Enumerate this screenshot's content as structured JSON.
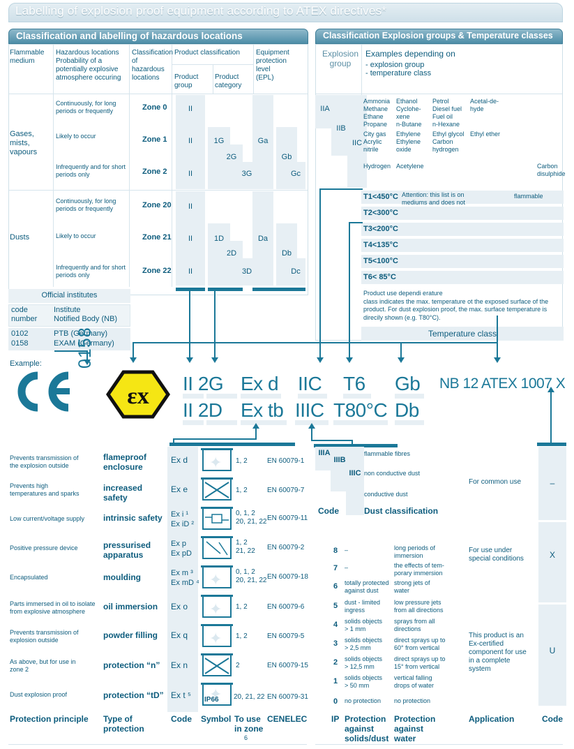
{
  "banner": {
    "title": "Labelling of explosion proof equipment according to ATEX directives*"
  },
  "sections": {
    "left_tab": "Classification and labelling of hazardous locations",
    "right_tab": "Classification Explosion groups & Temperature classes"
  },
  "hazloc_table": {
    "headers": {
      "flammable_medium": "Flammable\nmedium",
      "hazardous_locations": "Hazardous locations\nProbability of a\npotentially explosive\natmosphere occuring",
      "classification": "Classification\nof hazardous\nlocations",
      "product_classification": "Product classification",
      "product_group": "Product\ngroup",
      "product_category": "Product\ncategory",
      "epl": "Equipment\nprotection\nlevel\n(EPL)"
    },
    "media": [
      {
        "name": "Gases,\nmists,\nvapours"
      },
      {
        "name": "Dusts"
      }
    ],
    "rows": [
      {
        "probability": "Continuously, for long\nperiods or frequently",
        "zone": "Zone 0",
        "group": "II",
        "category": "",
        "epl": ""
      },
      {
        "probability": "Likely to occur",
        "zone": "Zone 1",
        "group": "II",
        "category": "1G",
        "epl": "Ga"
      },
      {
        "probability": "Infrequently and for short\nperiods only",
        "zone": "Zone 2",
        "group": "II",
        "category": "3G",
        "epl": "Gc"
      },
      {
        "probability": "Continuously, for long\nperiods or frequently",
        "zone": "Zone 20",
        "group": "II",
        "category": "",
        "epl": ""
      },
      {
        "probability": "Likely to occur",
        "zone": "Zone 21",
        "group": "II",
        "category": "1D",
        "epl": "Da"
      },
      {
        "probability": "Infrequently and for short\nperiods only",
        "zone": "Zone 22",
        "group": "II",
        "category": "3D",
        "epl": "Dc"
      }
    ],
    "mid_categories": {
      "gas": "2G",
      "dust": "2D"
    },
    "mid_epl": {
      "gas": "Gb",
      "dust": "Db"
    }
  },
  "institutes": {
    "title": "Official institutes",
    "col_code": "code\nnumber",
    "col_institute": "Institute\nNotified Body (NB)",
    "rows": [
      {
        "code": "0102",
        "name": "PTB (Germany)"
      },
      {
        "code": "0158",
        "name": "EXAM (Germany)"
      }
    ]
  },
  "explosion_groups": {
    "header_group": "Explosion\ngroup",
    "header_examples": "Examples depending on",
    "header_sub1": "- explosion group",
    "header_sub2": "- temperature class",
    "groups": [
      "IIA",
      "IIB",
      "IIC"
    ],
    "rows": [
      {
        "c1": "Ammonia\nMethane\nEthane\nPropane",
        "c2": "Ethanol\nCyclohe-\nxene\nn-Butane",
        "c3": "Petrol\nDiesel fuel\nFuel oil\nn-Hexane",
        "c4": "Acetal-de-\nhyde",
        "c5": ""
      },
      {
        "c1": "City gas\nAcrylic\nnitrile",
        "c2": "Ethylene\nEthylene\noxide",
        "c3": "Ethyl glycol\nCarbon\nhydrogen",
        "c4": "Ethyl ether",
        "c5": ""
      },
      {
        "c1": "Hydrogen",
        "c2": "Acetylene",
        "c3": "",
        "c4": "",
        "c5": "Carbon\ndisulphide"
      }
    ]
  },
  "temperature_classes": {
    "items": [
      "T1<450°C",
      "T2<300°C",
      "T3<200°C",
      "T4<135°C",
      "T5<100°C",
      "T6< 85°C"
    ],
    "attention": "Attention: this list is on\nmediums and does not",
    "flammable": "flammable",
    "note": "Product use dependi                                              erature\nclass indicates the max. temperature ot the exposed surface of the\nproduct. For dust explosion proof, the max. surface temperature is\ndirecily shown (e.g. T80°C).",
    "footer": "Temperature class"
  },
  "example": {
    "label": "Example:",
    "ce": "CE",
    "nb_number": "0158",
    "atex_symbol": "Ex",
    "marking_row1": {
      "group": "II 2G",
      "protection": "Ex d",
      "gas_group": "IIC",
      "temp": "T6",
      "epl": "Gb",
      "certificate": "NB 12 ATEX 1007 X"
    },
    "marking_row2": {
      "group": "II 2D",
      "protection": "Ex tb",
      "gas_group": "IIIC",
      "temp": "T80°C",
      "epl": "Db",
      "certificate": ""
    }
  },
  "protection_table": {
    "headers": {
      "principle": "Protection principle",
      "type": "Type of\nprotection",
      "code": "Code",
      "symbol": "Symbol",
      "zone": "To use\nin zone",
      "zone_footnote": "6",
      "cenelec": "CENELEC"
    },
    "rows": [
      {
        "principle": "Prevents transmission of\nthe explosion outside",
        "type": "flameproof\nenclosure",
        "code": "Ex d",
        "code_sup": "",
        "zone": "1, 2",
        "cenelec": "EN 60079-1",
        "symbol": "star"
      },
      {
        "principle": "Prevents high\ntemperatures and sparks",
        "type": "increased safety",
        "code": "Ex e",
        "code_sup": "",
        "zone": "1, 2",
        "cenelec": "EN 60079-7",
        "symbol": "cross"
      },
      {
        "principle": "Low current/voltage supply",
        "type": "intrinsic safety",
        "code": "Ex i ¹\nEx iD ²",
        "code_sup": "",
        "zone": "0, 1, 2\n20, 21, 22",
        "cenelec": "EN 60079-11",
        "symbol": "circuit"
      },
      {
        "principle": "Positive pressure device",
        "type": "pressurised\napparatus",
        "code": "Ex p\nEx pD",
        "code_sup": "",
        "zone": "1, 2\n21, 22",
        "cenelec": "EN 60079-2",
        "symbol": "arrows"
      },
      {
        "principle": "Encapsulated",
        "type": "moulding",
        "code": "Ex m ³\nEx mD ⁴",
        "code_sup": "",
        "zone": "0, 1, 2\n20, 21, 22",
        "cenelec": "EN 60079-18",
        "symbol": "star"
      },
      {
        "principle": "Parts immersed in oil to isolate\nfrom explosive atmosphere",
        "type": "oil immersion",
        "code": "Ex o",
        "code_sup": "",
        "zone": "1, 2",
        "cenelec": "EN 60079-6",
        "symbol": "oil"
      },
      {
        "principle": "Prevents transmission of\nexplosion outside",
        "type": "powder filling",
        "code": "Ex q",
        "code_sup": "",
        "zone": "1, 2",
        "cenelec": "EN 60079-5",
        "symbol": "star"
      },
      {
        "principle": "As above, but for use in\nzone 2",
        "type": "protection “n”",
        "code": "Ex n",
        "code_sup": "",
        "zone": "2",
        "cenelec": "EN 60079-15",
        "symbol": "cross"
      },
      {
        "principle": "Dust explosion proof",
        "type": "protection “tD”",
        "code": "Ex t ⁵",
        "code_sup": "",
        "zone": "20, 21, 22",
        "cenelec": "EN 60079-31",
        "symbol": "ip66"
      }
    ],
    "ip66_label": "IP66"
  },
  "dust_classification": {
    "codes": [
      "IIIA",
      "IIIB",
      "IIIC"
    ],
    "descriptions": [
      "flammable fibres",
      "non conductive dust",
      "conductive dust"
    ],
    "header_code": "Code",
    "header_desc": "Dust classification"
  },
  "ip_table": {
    "headers": {
      "ip": "IP",
      "solids": "Protection\nagainst\nsolids/dust",
      "water": "Protection\nagainst\nwater"
    },
    "rows": [
      {
        "n": "8",
        "solids": "–",
        "water": "long periods of\nimmersion"
      },
      {
        "n": "7",
        "solids": "–",
        "water": "the effects of tem-\nporary immersion"
      },
      {
        "n": "6",
        "solids": "totally protected\nagainst dust",
        "water": "strong jets of\nwater"
      },
      {
        "n": "5",
        "solids": "dust - limited\ningress",
        "water": "low pressure jets\nfrom all directions"
      },
      {
        "n": "4",
        "solids": "solids objects\n> 1 mm",
        "water": "sprays from all\ndirections"
      },
      {
        "n": "3",
        "solids": "solids objects\n> 2,5 mm",
        "water": "direct sprays up to\n60° from vertical"
      },
      {
        "n": "2",
        "solids": "solids objects\n> 12,5 mm",
        "water": "direct sprays up to\n15° from vertical"
      },
      {
        "n": "1",
        "solids": "solids objects\n> 50 mm",
        "water": "vertical falling\ndrops of water"
      },
      {
        "n": "0",
        "solids": "no protection",
        "water": "no protection"
      }
    ]
  },
  "application_table": {
    "header_application": "Application",
    "header_code": "Code",
    "rows": [
      {
        "application": "For common use",
        "code": "–"
      },
      {
        "application": "For use under\nspecial conditions",
        "code": "X"
      },
      {
        "application": "This product is an\nEx-certified\ncomponent for use\nin a complete\nsystem",
        "code": "U"
      }
    ]
  },
  "colors": {
    "teal": "#0d5c7d",
    "accent": "#1b7898",
    "cell": "#e7eff4",
    "tab_grad_top": "#8fb9cb",
    "tab_grad_bottom": "#4e8ea8",
    "atex_yellow": "#f5e614"
  }
}
